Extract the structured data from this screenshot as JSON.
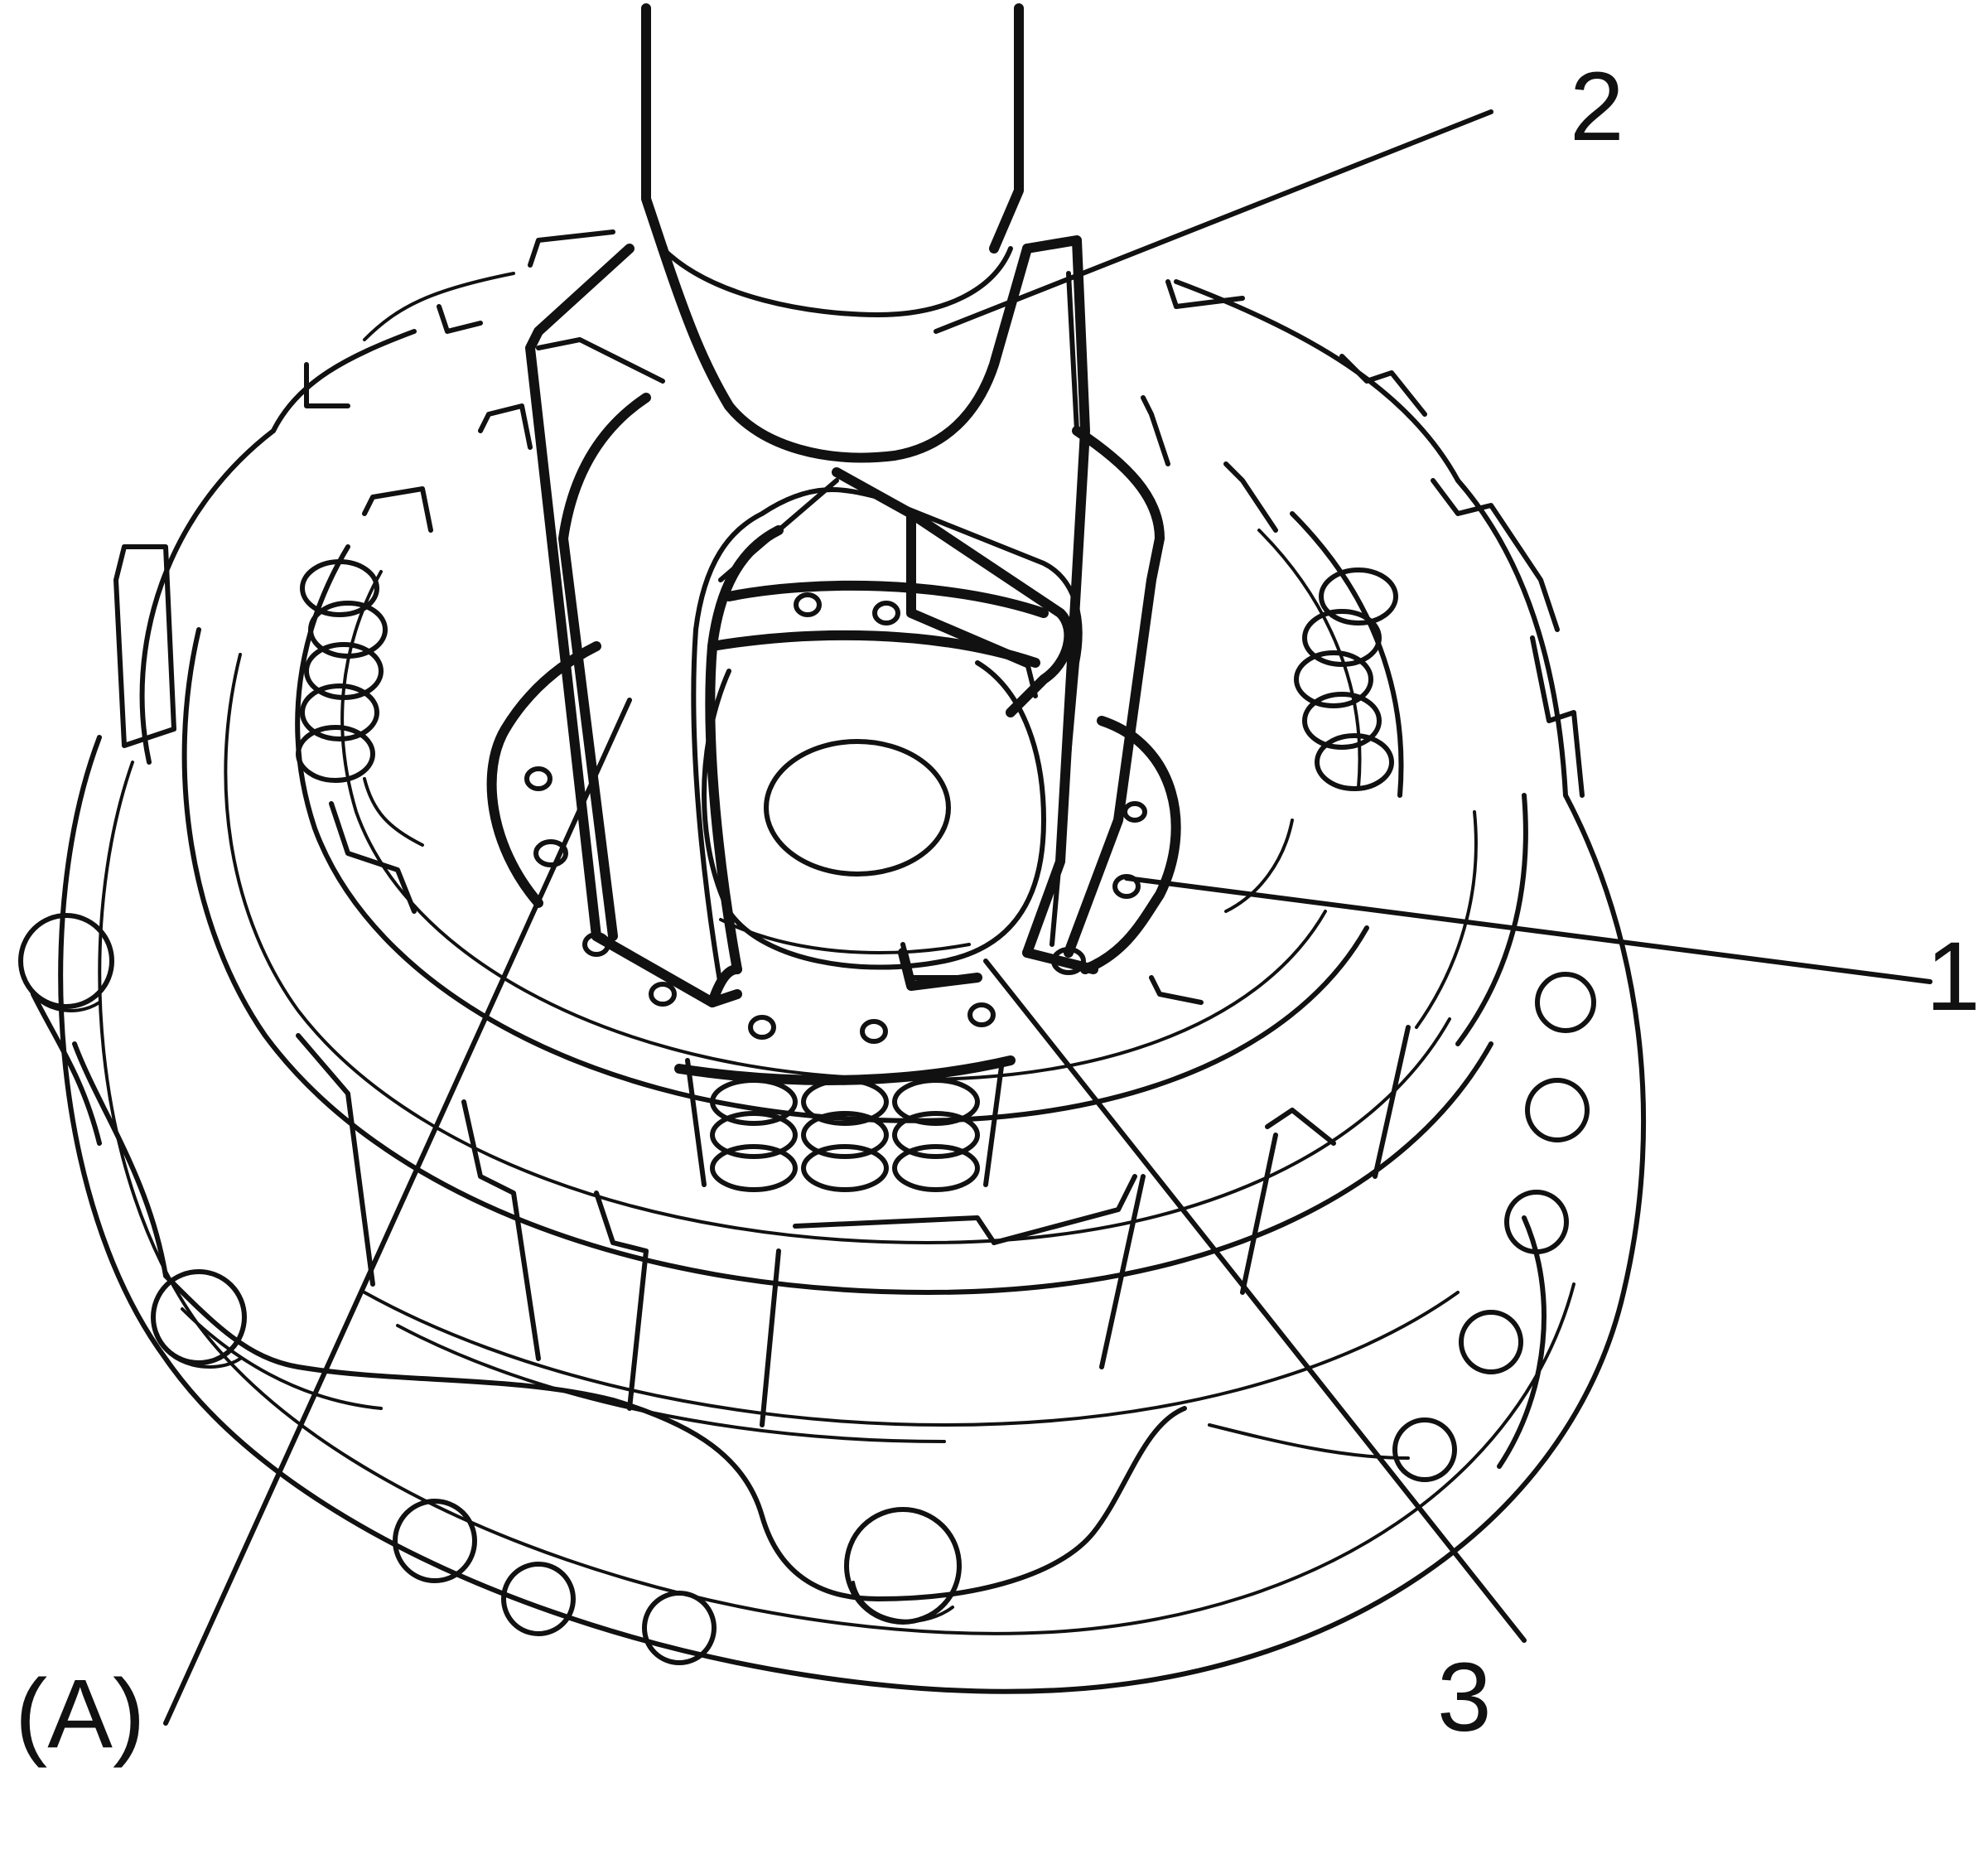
{
  "callouts": {
    "item_1": "1",
    "item_2": "2",
    "item_3": "3",
    "item_a": "(A)"
  },
  "colors": {
    "line": "#111111",
    "background": "#ffffff"
  }
}
